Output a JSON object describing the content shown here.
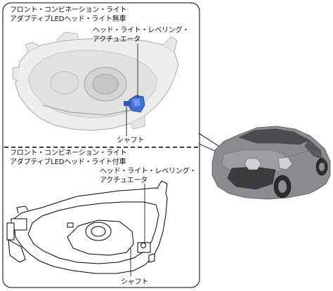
{
  "upper": {
    "title_line1": "フロント・コンビネーション・ライト",
    "title_line2": "アダプティブLEDヘッド・ライト無車",
    "actuator_line1": "ヘッド・ライト・レベリング・",
    "actuator_line2": "アクチュエータ",
    "shaft": "シャフト"
  },
  "lower": {
    "title_line1": "フロント・コンビネーション・ライト",
    "title_line2": "アダプティブLEDヘッド・ライト付車",
    "actuator_line1": "ヘッド・ライト・レベリング・",
    "actuator_line2": "アクチュエータ",
    "shaft": "シャフト"
  },
  "colors": {
    "actuator_highlight": "#3f6fd6",
    "car_body": "#8a8c8f",
    "frame": "#000000"
  },
  "icons": {
    "upper_headlight": "headlight-illustration",
    "lower_headlight": "headlight-line-drawing",
    "car": "car-front-view-illustration"
  }
}
